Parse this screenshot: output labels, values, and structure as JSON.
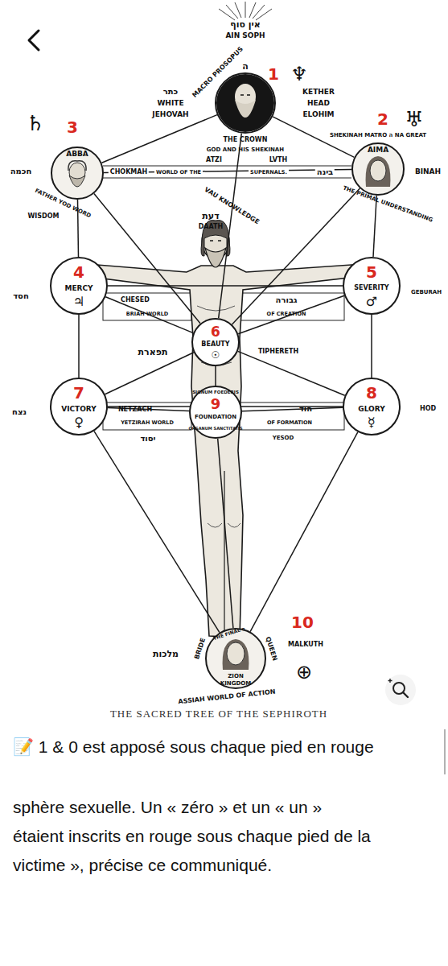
{
  "diagram": {
    "caption": "THE SACRED TREE OF THE SEPHIROTH",
    "nodes": [
      {
        "text": [
          "MACRO PROSOPUS"
        ]
      },
      {
        "text": [
          "ABBA",
          "FATHER YOD WORD",
          "WISDOM"
        ]
      },
      {
        "text": [
          "AIMA",
          "SHEKINAH MATRO ה NA GREAT",
          "THE PRIMAL UNDERSTANDING"
        ]
      },
      {
        "text": [
          "4",
          "MERCY",
          "♃"
        ]
      },
      {
        "text": [
          "5",
          "SEVERITY",
          "♂"
        ]
      },
      {
        "text": [
          "6",
          "BEAUTY",
          "☉"
        ]
      },
      {
        "text": [
          "7",
          "VICTORY",
          "♀"
        ]
      },
      {
        "text": [
          "SIGNUM FOEDERIS",
          "9",
          "FOUNDATION",
          "ORGANUM SANCTITATIS"
        ]
      },
      {
        "text": [
          "8",
          "GLORY",
          "☿"
        ]
      },
      {
        "text": [
          "BRIDE",
          "THE FINAL ה",
          "QUEEN",
          "ZION",
          "KINGDOM"
        ]
      }
    ],
    "edges": [
      {
        "from": 0,
        "to": 1,
        "arrow": "none"
      },
      {
        "from": 0,
        "to": 2,
        "arrow": "none"
      },
      {
        "from": 0,
        "to": 5,
        "arrow": "none"
      },
      {
        "from": 1,
        "to": 2,
        "arrow": "none"
      },
      {
        "from": 1,
        "to": 5,
        "arrow": "none"
      },
      {
        "from": 1,
        "to": 3,
        "arrow": "none"
      },
      {
        "from": 2,
        "to": 5,
        "arrow": "none"
      },
      {
        "from": 2,
        "to": 4,
        "arrow": "none"
      },
      {
        "from": 3,
        "to": 4,
        "arrow": "none"
      },
      {
        "from": 3,
        "to": 5,
        "arrow": "none"
      },
      {
        "from": 3,
        "to": 6,
        "arrow": "none"
      },
      {
        "from": 4,
        "to": 5,
        "arrow": "none"
      },
      {
        "from": 4,
        "to": 8,
        "arrow": "none"
      },
      {
        "from": 5,
        "to": 6,
        "arrow": "none"
      },
      {
        "from": 5,
        "to": 8,
        "arrow": "none"
      },
      {
        "from": 5,
        "to": 7,
        "arrow": "none"
      },
      {
        "from": 6,
        "to": 8,
        "arrow": "none"
      },
      {
        "from": 6,
        "to": 7,
        "arrow": "none"
      },
      {
        "from": 6,
        "to": 9,
        "arrow": "none"
      },
      {
        "from": 8,
        "to": 7,
        "arrow": "none"
      },
      {
        "from": 8,
        "to": 9,
        "arrow": "none"
      },
      {
        "from": 7,
        "to": 9,
        "arrow": "none"
      }
    ],
    "labels": [
      "אין סוף",
      "AIN SOPH",
      "1",
      "♆",
      "ה",
      "כתר",
      "WHITE",
      "JEHOVAH",
      "KETHER",
      "HEAD",
      "ELOHIM",
      "THE CROWN",
      "GOD AND HIS SHEKINAH",
      "ATZI",
      "LVTH",
      "♄",
      "3",
      "2",
      "♅",
      "חכמה",
      "CHOKMAH",
      "WORLD OF THE",
      "SUPERNALS.",
      "בינה",
      "BINAH",
      "VAU KNOWLEDGE",
      "דעת",
      "DAATH",
      "חסד",
      "CHESED",
      "BRIAH WORLD",
      "גבורה",
      "GEBURAH",
      "OF CREATION",
      "תפארת",
      "TIPHERETH",
      "נצח",
      "NETZACH",
      "YETZIRAH WORLD",
      "יסוד",
      "הוד",
      "OF FORMATION",
      "YESOD",
      "HOD",
      "10",
      "MALKUTH",
      "מלכות",
      "ASSIAH WORLD OF ACTION",
      "⊕",
      "📝 1 & 0 est apposé sous chaque pied en rouge",
      "sphère sexuelle. Un « zéro » et un « un » étaient inscrits en rouge sous chaque pied de la victime », précise ce communiqué."
    ]
  }
}
